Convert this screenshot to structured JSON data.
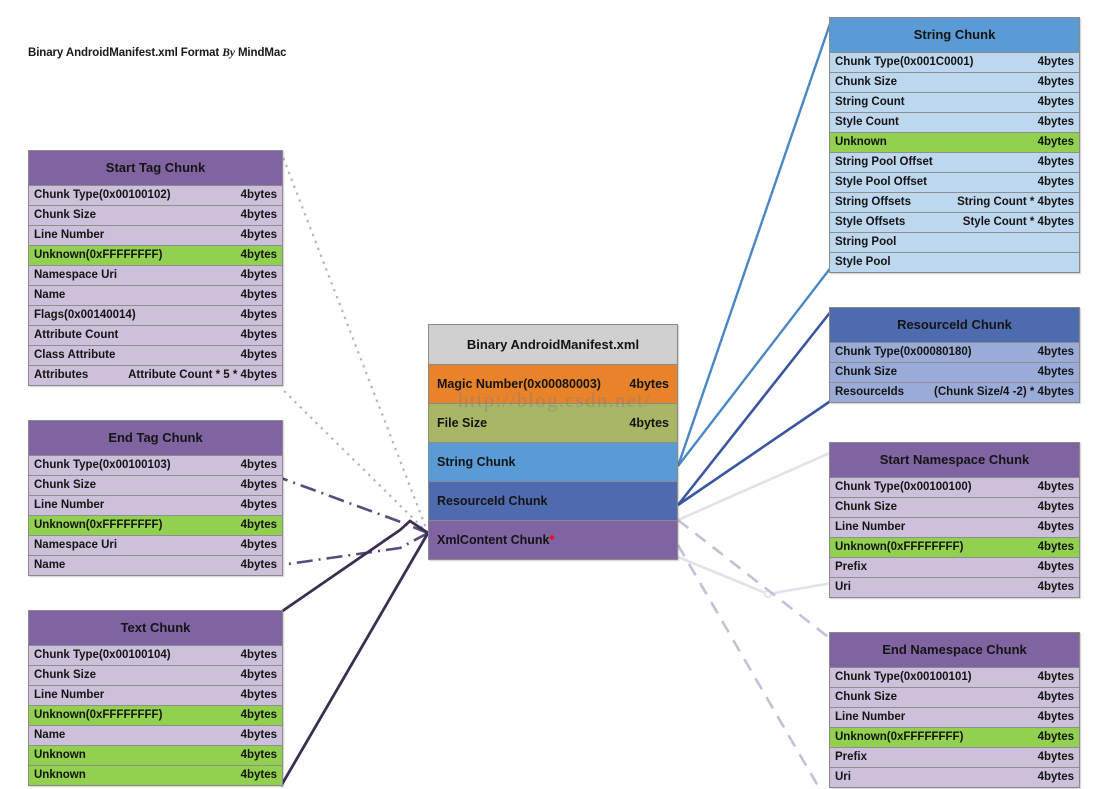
{
  "title": {
    "prefix": "Binary AndroidManifest.xml Format ",
    "by": "By",
    "author": " MindMac"
  },
  "watermark": "http://blog.csdn.net/",
  "colors": {
    "purple_head": "#8064a2",
    "purple_row": "#ccc0da",
    "blue_head": "#5b9bd5",
    "blue_row": "#bdd7ee",
    "navy_head": "#4f6bb0",
    "navy_row": "#9aabd8",
    "highlight_green": "#92d050",
    "grey_head": "#d0d0d0",
    "orange": "#e8832a",
    "olive": "#a9b665",
    "asterisk_red": "#ff0000"
  },
  "center": {
    "title": "Binary AndroidManifest.xml",
    "rows": [
      {
        "label": "Magic Number(0x00080003)",
        "size": "4bytes",
        "color": "sc-orange"
      },
      {
        "label": "File Size",
        "size": "4bytes",
        "color": "sc-olive"
      },
      {
        "label": "String Chunk",
        "size": "",
        "color": "sc-blue"
      },
      {
        "label": "ResourceId Chunk",
        "size": "",
        "color": "sc-navy"
      },
      {
        "label": "XmlContent Chunk",
        "size": "",
        "color": "sc-purple",
        "star": "*"
      }
    ]
  },
  "chunks": {
    "start_tag": {
      "title": "Start Tag Chunk",
      "rows": [
        {
          "label": "Chunk Type(0x00100102)",
          "size": "4bytes"
        },
        {
          "label": "Chunk Size",
          "size": "4bytes"
        },
        {
          "label": "Line Number",
          "size": "4bytes"
        },
        {
          "label": "Unknown(0xFFFFFFFF)",
          "size": "4bytes",
          "highlight": true
        },
        {
          "label": "Namespace Uri",
          "size": "4bytes"
        },
        {
          "label": "Name",
          "size": "4bytes"
        },
        {
          "label": "Flags(0x00140014)",
          "size": "4bytes"
        },
        {
          "label": "Attribute Count",
          "size": "4bytes"
        },
        {
          "label": "Class Attribute",
          "size": "4bytes"
        },
        {
          "label": "Attributes",
          "size": "Attribute Count * 5 * 4bytes"
        }
      ]
    },
    "end_tag": {
      "title": "End Tag Chunk",
      "rows": [
        {
          "label": "Chunk Type(0x00100103)",
          "size": "4bytes"
        },
        {
          "label": "Chunk Size",
          "size": "4bytes"
        },
        {
          "label": "Line Number",
          "size": "4bytes"
        },
        {
          "label": "Unknown(0xFFFFFFFF)",
          "size": "4bytes",
          "highlight": true
        },
        {
          "label": "Namespace Uri",
          "size": "4bytes"
        },
        {
          "label": "Name",
          "size": "4bytes"
        }
      ]
    },
    "text": {
      "title": "Text Chunk",
      "rows": [
        {
          "label": "Chunk Type(0x00100104)",
          "size": "4bytes"
        },
        {
          "label": "Chunk Size",
          "size": "4bytes"
        },
        {
          "label": "Line Number",
          "size": "4bytes"
        },
        {
          "label": "Unknown(0xFFFFFFFF)",
          "size": "4bytes",
          "highlight": true
        },
        {
          "label": "Name",
          "size": "4bytes"
        },
        {
          "label": "Unknown",
          "size": "4bytes",
          "highlight": true
        },
        {
          "label": "Unknown",
          "size": "4bytes",
          "highlight": true
        }
      ]
    },
    "string": {
      "title": "String Chunk",
      "rows": [
        {
          "label": "Chunk Type(0x001C0001)",
          "size": "4bytes"
        },
        {
          "label": "Chunk Size",
          "size": "4bytes"
        },
        {
          "label": "String Count",
          "size": "4bytes"
        },
        {
          "label": "Style Count",
          "size": "4bytes"
        },
        {
          "label": "Unknown",
          "size": "4bytes",
          "highlight": true
        },
        {
          "label": "String Pool Offset",
          "size": "4bytes"
        },
        {
          "label": "Style Pool Offset",
          "size": "4bytes"
        },
        {
          "label": "String Offsets",
          "size": "String Count * 4bytes"
        },
        {
          "label": "Style Offsets",
          "size": "Style Count * 4bytes"
        },
        {
          "label": "String Pool",
          "size": ""
        },
        {
          "label": "Style Pool",
          "size": ""
        }
      ]
    },
    "resourceid": {
      "title": "ResourceId Chunk",
      "rows": [
        {
          "label": "Chunk Type(0x00080180)",
          "size": "4bytes"
        },
        {
          "label": "Chunk Size",
          "size": "4bytes"
        },
        {
          "label": "ResourceIds",
          "size": "(Chunk Size/4 -2) * 4bytes"
        }
      ]
    },
    "start_ns": {
      "title": "Start Namespace Chunk",
      "rows": [
        {
          "label": "Chunk Type(0x00100100)",
          "size": "4bytes"
        },
        {
          "label": "Chunk Size",
          "size": "4bytes"
        },
        {
          "label": "Line Number",
          "size": "4bytes"
        },
        {
          "label": "Unknown(0xFFFFFFFF)",
          "size": "4bytes",
          "highlight": true
        },
        {
          "label": "Prefix",
          "size": "4bytes"
        },
        {
          "label": "Uri",
          "size": "4bytes"
        }
      ]
    },
    "end_ns": {
      "title": "End Namespace Chunk",
      "rows": [
        {
          "label": "Chunk Type(0x00100101)",
          "size": "4bytes"
        },
        {
          "label": "Chunk Size",
          "size": "4bytes"
        },
        {
          "label": "Line Number",
          "size": "4bytes"
        },
        {
          "label": "Unknown(0xFFFFFFFF)",
          "size": "4bytes",
          "highlight": true
        },
        {
          "label": "Prefix",
          "size": "4bytes"
        },
        {
          "label": "Uri",
          "size": "4bytes"
        }
      ]
    }
  }
}
